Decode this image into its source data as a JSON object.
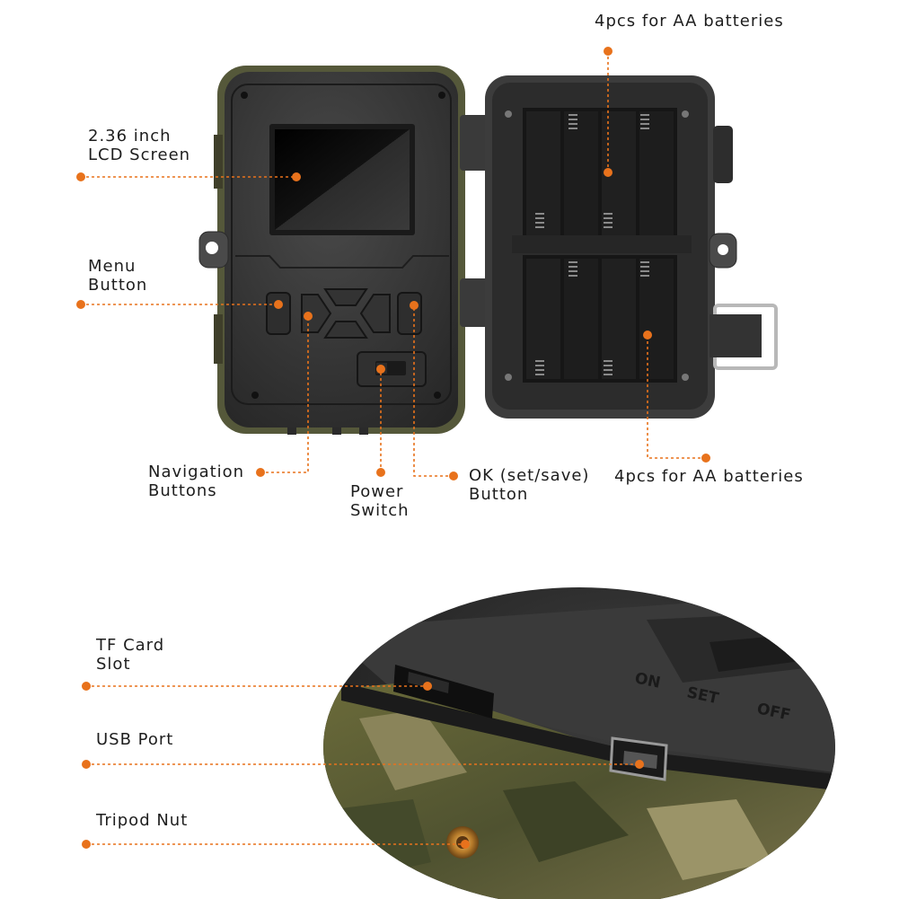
{
  "accent_color": "#e8721c",
  "labels": {
    "lcd_screen": [
      "2.36 inch",
      "LCD Screen"
    ],
    "menu_button": [
      "Menu",
      "Button"
    ],
    "navigation_buttons": [
      "Navigation",
      "Buttons"
    ],
    "power_switch": [
      "Power",
      "Switch"
    ],
    "ok_button": [
      "OK (set/save)",
      "Button"
    ],
    "batteries_top": "4pcs for AA batteries",
    "batteries_bottom": "4pcs for AA batteries",
    "tf_card_slot": [
      "TF Card",
      "Slot"
    ],
    "usb_port": "USB Port",
    "tripod_nut": "Tripod Nut"
  },
  "switch_markings": [
    "ON",
    "SET",
    "OFF"
  ]
}
